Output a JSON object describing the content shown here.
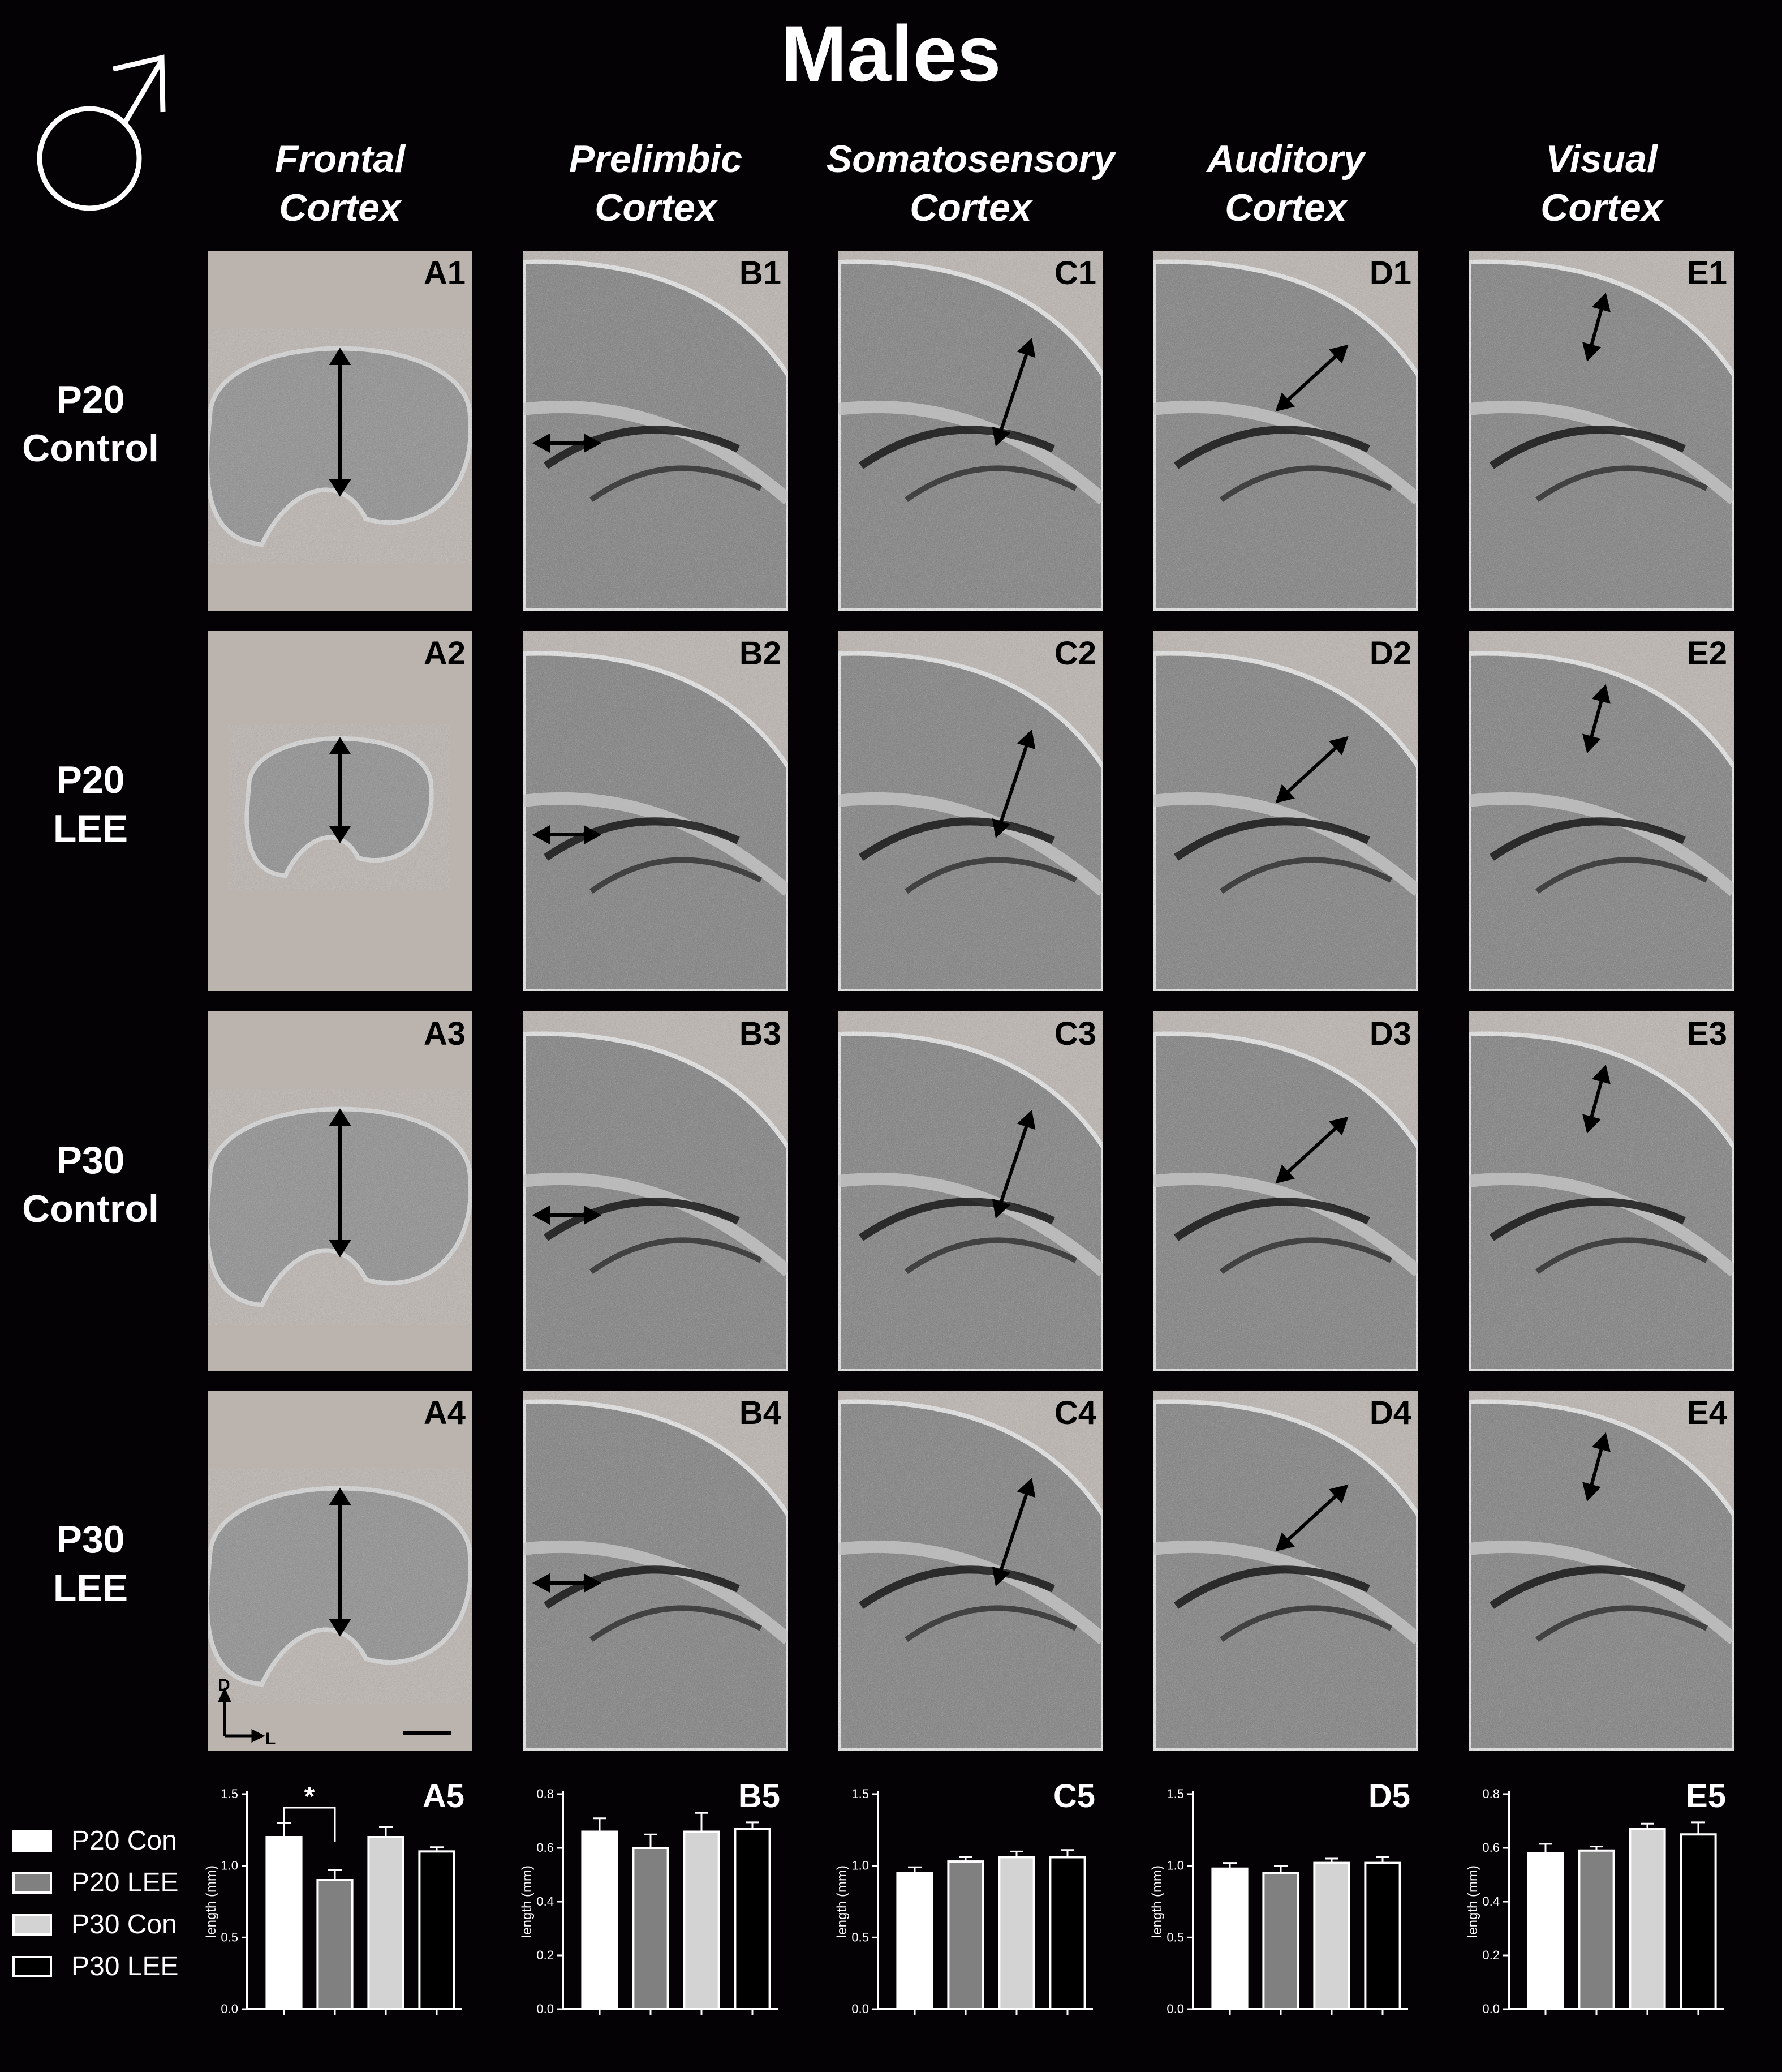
{
  "figure": {
    "title": "Males",
    "symbol": "male-symbol-icon",
    "columns": [
      "Frontal Cortex",
      "Prelimbic Cortex",
      "Somatosensory Cortex",
      "Auditory Cortex",
      "Visual Cortex"
    ],
    "column_lines": [
      [
        "Frontal",
        "Cortex"
      ],
      [
        "Prelimbic",
        "Cortex"
      ],
      [
        "Somatosensory",
        "Cortex"
      ],
      [
        "Auditory",
        "Cortex"
      ],
      [
        "Visual",
        "Cortex"
      ]
    ],
    "rows": [
      [
        "P20",
        "Control"
      ],
      [
        "P20",
        "LEE"
      ],
      [
        "P30",
        "Control"
      ],
      [
        "P30",
        "LEE"
      ]
    ],
    "panel_labels": [
      [
        "A1",
        "B1",
        "C1",
        "D1",
        "E1"
      ],
      [
        "A2",
        "B2",
        "C2",
        "D2",
        "E2"
      ],
      [
        "A3",
        "B3",
        "C3",
        "D3",
        "E3"
      ],
      [
        "A4",
        "B4",
        "C4",
        "D4",
        "E4"
      ]
    ],
    "orientation": {
      "dorsal": "D",
      "lateral": "L"
    },
    "legend": [
      {
        "label": "P20 Con",
        "fill": "#ffffff",
        "stroke": "#ffffff"
      },
      {
        "label": "P20 LEE",
        "fill": "#808080",
        "stroke": "#ffffff"
      },
      {
        "label": "P30 Con",
        "fill": "#d3d3d3",
        "stroke": "#ffffff"
      },
      {
        "label": "P30 LEE",
        "fill": "#000000",
        "stroke": "#ffffff"
      }
    ]
  },
  "chart_data": [
    {
      "type": "bar",
      "panel": "A5",
      "ylabel": "length (mm)",
      "ylim": [
        0,
        1.5
      ],
      "yticks": [
        "0.0",
        "0.5",
        "1.0",
        "1.5"
      ],
      "categories": [
        "P20 Con",
        "P20 LEE",
        "P30 Con",
        "P30 LEE"
      ],
      "values": [
        1.2,
        0.9,
        1.2,
        1.1
      ],
      "errors": [
        0.1,
        0.07,
        0.07,
        0.03
      ],
      "significance": {
        "between": [
          0,
          1
        ],
        "label": "*"
      }
    },
    {
      "type": "bar",
      "panel": "B5",
      "ylabel": "length (mm)",
      "ylim": [
        0,
        0.8
      ],
      "yticks": [
        "0.0",
        "0.2",
        "0.4",
        "0.6",
        "0.8"
      ],
      "categories": [
        "P20 Con",
        "P20 LEE",
        "P30 Con",
        "P30 LEE"
      ],
      "values": [
        0.66,
        0.6,
        0.66,
        0.67
      ],
      "errors": [
        0.05,
        0.05,
        0.07,
        0.025
      ]
    },
    {
      "type": "bar",
      "panel": "C5",
      "ylabel": "length (mm)",
      "ylim": [
        0,
        1.5
      ],
      "yticks": [
        "0.0",
        "0.5",
        "1.0",
        "1.5"
      ],
      "categories": [
        "P20 Con",
        "P20 LEE",
        "P30 Con",
        "P30 LEE"
      ],
      "values": [
        0.95,
        1.03,
        1.06,
        1.06
      ],
      "errors": [
        0.04,
        0.03,
        0.04,
        0.05
      ]
    },
    {
      "type": "bar",
      "panel": "D5",
      "ylabel": "length (mm)",
      "ylim": [
        0,
        1.5
      ],
      "yticks": [
        "0.0",
        "0.5",
        "1.0",
        "1.5"
      ],
      "categories": [
        "P20 Con",
        "P20 LEE",
        "P30 Con",
        "P30 LEE"
      ],
      "values": [
        0.98,
        0.95,
        1.02,
        1.02
      ],
      "errors": [
        0.04,
        0.05,
        0.03,
        0.04
      ]
    },
    {
      "type": "bar",
      "panel": "E5",
      "ylabel": "length (mm)",
      "ylim": [
        0,
        0.8
      ],
      "yticks": [
        "0.0",
        "0.2",
        "0.4",
        "0.6",
        "0.8"
      ],
      "categories": [
        "P20 Con",
        "P20 LEE",
        "P30 Con",
        "P30 LEE"
      ],
      "values": [
        0.58,
        0.59,
        0.67,
        0.65
      ],
      "errors": [
        0.035,
        0.015,
        0.02,
        0.045
      ]
    }
  ]
}
